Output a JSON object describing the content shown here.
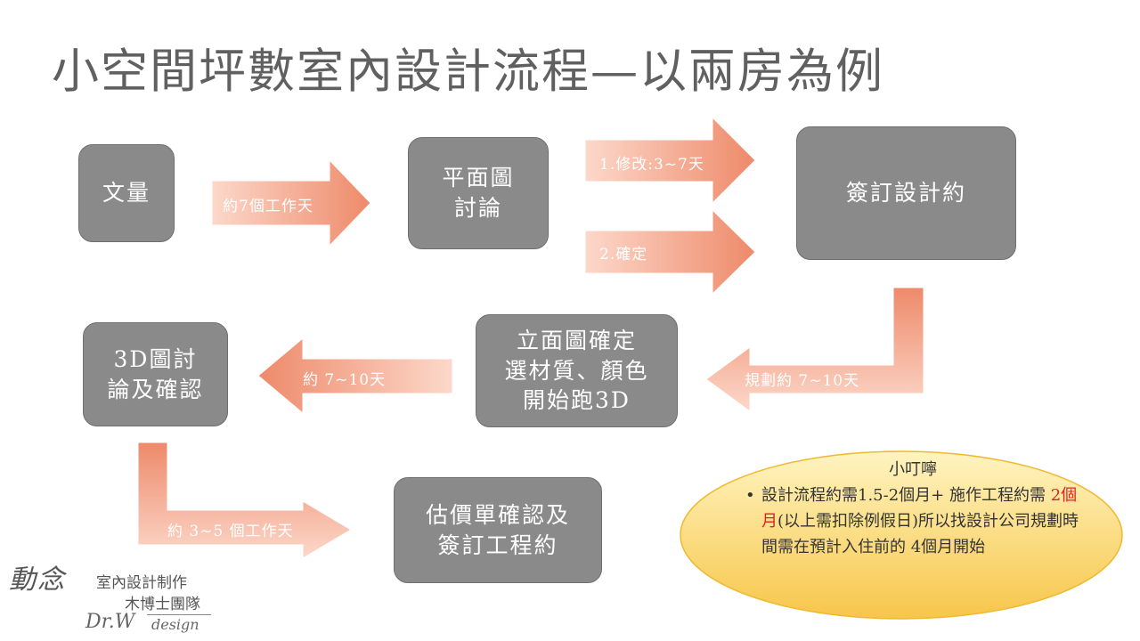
{
  "title": "小空間坪數室內設計流程—以兩房為例",
  "boxes": {
    "measure": "文量",
    "floorplan": "平面圖\n討論",
    "contract": "簽訂設計約",
    "elevation": "立面圖確定\n選材質、顏色\n開始跑3D",
    "render3d": "3D圖討\n論及確認",
    "quote": "估價單確認及\n簽訂工程約"
  },
  "arrows": {
    "a1": "約7個工作天",
    "a2": "1.修改:3~7天",
    "a3": "2.確定",
    "a4": "規劃約 7~10天",
    "a5": "約 7~10天",
    "a6": "約 3~5 個工作天"
  },
  "tip": {
    "title": "小叮嚀",
    "bullet": "•",
    "part1": "設計流程約需1.5-2個月+ 施作工程約需 ",
    "highlight": "2個月",
    "part2": "(以上需扣除例假日)所以找設計公司規劃時間需在預計入住前的 4個月開始"
  },
  "logo": {
    "script": "動念",
    "line1": "室內設計制作",
    "line2": "木博士團隊",
    "drw": "Dr.W",
    "design": "design"
  },
  "colors": {
    "box_fill": "#8a8a8a",
    "arrow_light": "#fbd3c4",
    "arrow_dark": "#ee8c6c",
    "tip_fill": "#fbd97a",
    "highlight": "#e02020"
  }
}
